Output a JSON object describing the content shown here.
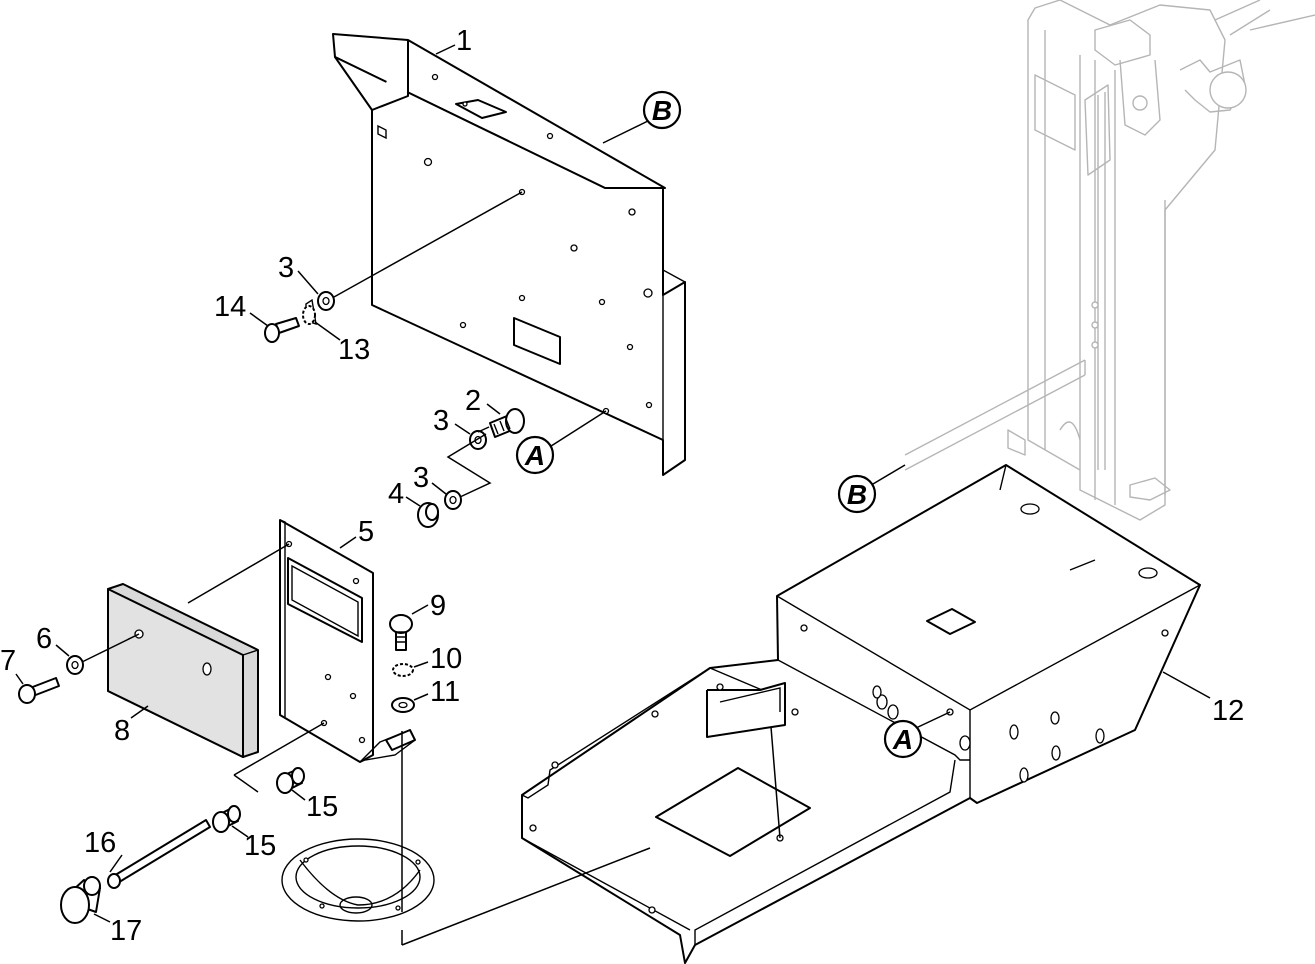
{
  "part_labels": {
    "p1": "1",
    "p2": "2",
    "p3a": "3",
    "p3b": "3",
    "p3c": "3",
    "p4": "4",
    "p5": "5",
    "p6": "6",
    "p7": "7",
    "p8": "8",
    "p9": "9",
    "p10": "10",
    "p11": "11",
    "p12": "12",
    "p13": "13",
    "p14": "14",
    "p15a": "15",
    "p15b": "15",
    "p16": "16",
    "p17": "17"
  },
  "callouts": {
    "b_top": "B",
    "a_mid": "A",
    "b_right": "B",
    "a_right": "A"
  }
}
